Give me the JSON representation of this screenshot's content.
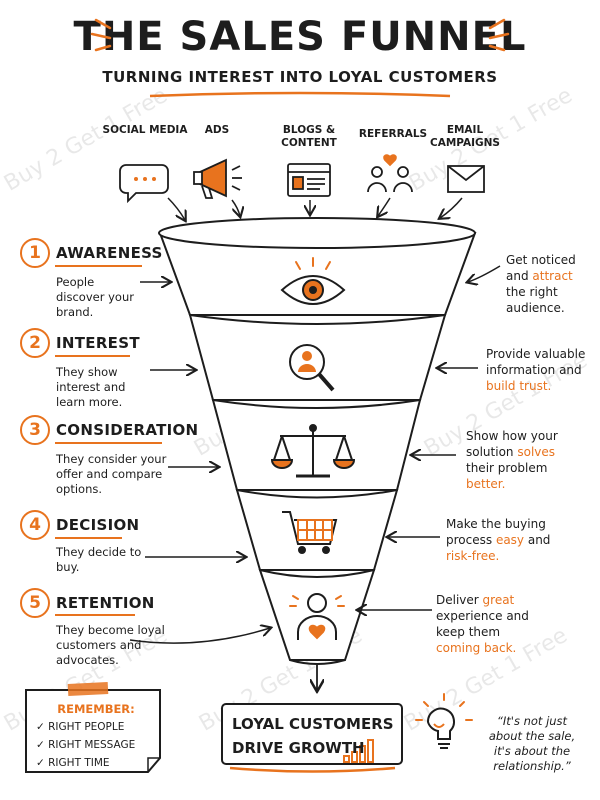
{
  "header": {
    "title": "THE SALES FUNNEL",
    "subtitle": "TURNING INTEREST INTO LOYAL CUSTOMERS"
  },
  "sources": [
    {
      "label": "SOCIAL MEDIA",
      "icon": "chat-bubble-icon"
    },
    {
      "label": "ADS",
      "icon": "megaphone-icon"
    },
    {
      "label": "BLOGS & CONTENT",
      "icon": "webpage-icon"
    },
    {
      "label": "REFERRALS",
      "icon": "people-heart-icon"
    },
    {
      "label": "EMAIL CAMPAIGNS",
      "icon": "envelope-icon"
    }
  ],
  "stages": [
    {
      "num": "1",
      "title": "AWARENESS",
      "desc": "People discover your brand.",
      "note_pre": "Get noticed and ",
      "note_hl": "attract",
      "note_post": " the right audience.",
      "icon": "eye-icon"
    },
    {
      "num": "2",
      "title": "INTEREST",
      "desc": "They show interest and learn more.",
      "note_pre": "Provide valuable information and ",
      "note_hl": "build trust.",
      "note_post": "",
      "icon": "magnifier-person-icon"
    },
    {
      "num": "3",
      "title": "CONSIDERATION",
      "desc": "They consider your offer and compare options.",
      "note_pre": "Show how your solution ",
      "note_hl": "solves",
      "note_post": " their problem ",
      "note_hl2": "better.",
      "icon": "scales-icon"
    },
    {
      "num": "4",
      "title": "DECISION",
      "desc": "They decide to buy.",
      "note_pre": "Make the buying process ",
      "note_hl": "easy",
      "note_post": " and ",
      "note_hl2": "risk-free.",
      "icon": "cart-icon"
    },
    {
      "num": "5",
      "title": "RETENTION",
      "desc": "They become loyal customers and advocates.",
      "note_pre": "Deliver ",
      "note_hl": "great",
      "note_post": " experience and keep them ",
      "note_hl2": "coming back.",
      "icon": "person-heart-icon"
    }
  ],
  "remember": {
    "title": "REMEMBER:",
    "items": [
      "RIGHT PEOPLE",
      "RIGHT MESSAGE",
      "RIGHT TIME"
    ]
  },
  "result": {
    "line1": "LOYAL CUSTOMERS",
    "line2": "DRIVE GROWTH"
  },
  "quote": "“It's not just about the sale, it's about the relationship.”",
  "watermark": "Buy 2 Get 1 Free",
  "colors": {
    "accent": "#e8731e",
    "ink": "#1d1d1d"
  }
}
